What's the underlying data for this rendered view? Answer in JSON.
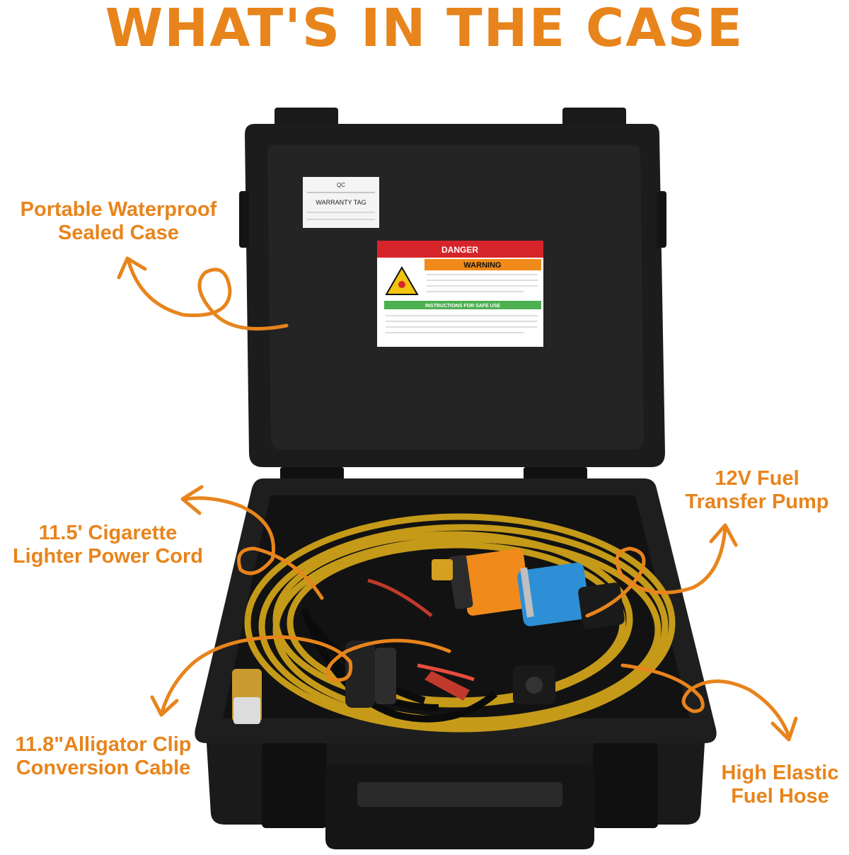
{
  "title": "WHAT'S IN THE CASE",
  "labels": {
    "case": {
      "line1": "Portable Waterproof",
      "line2": "Sealed Case"
    },
    "cord": {
      "line1": "11.5' Cigarette",
      "line2": "Lighter Power Cord"
    },
    "clip": {
      "line1": "11.8\"Alligator Clip",
      "line2": "Conversion Cable"
    },
    "pump": {
      "line1": "12V Fuel",
      "line2": "Transfer Pump"
    },
    "hose": {
      "line1": "High Elastic",
      "line2": "Fuel Hose"
    }
  },
  "warranty_tag": {
    "line1": "QC",
    "line2": "WARRANTY TAG"
  },
  "danger_label": {
    "header": "DANGER",
    "warning": "WARNING",
    "footer": "INSTRUCTIONS FOR SAFE USE"
  },
  "colors": {
    "accent": "#e8841c",
    "case_black": "#1c1c1c",
    "hose_amber": "#d9a91a",
    "pump_orange": "#f08a1a",
    "pump_blue": "#2d8fd6",
    "danger_red": "#d6252a",
    "safe_green": "#4caf50"
  }
}
